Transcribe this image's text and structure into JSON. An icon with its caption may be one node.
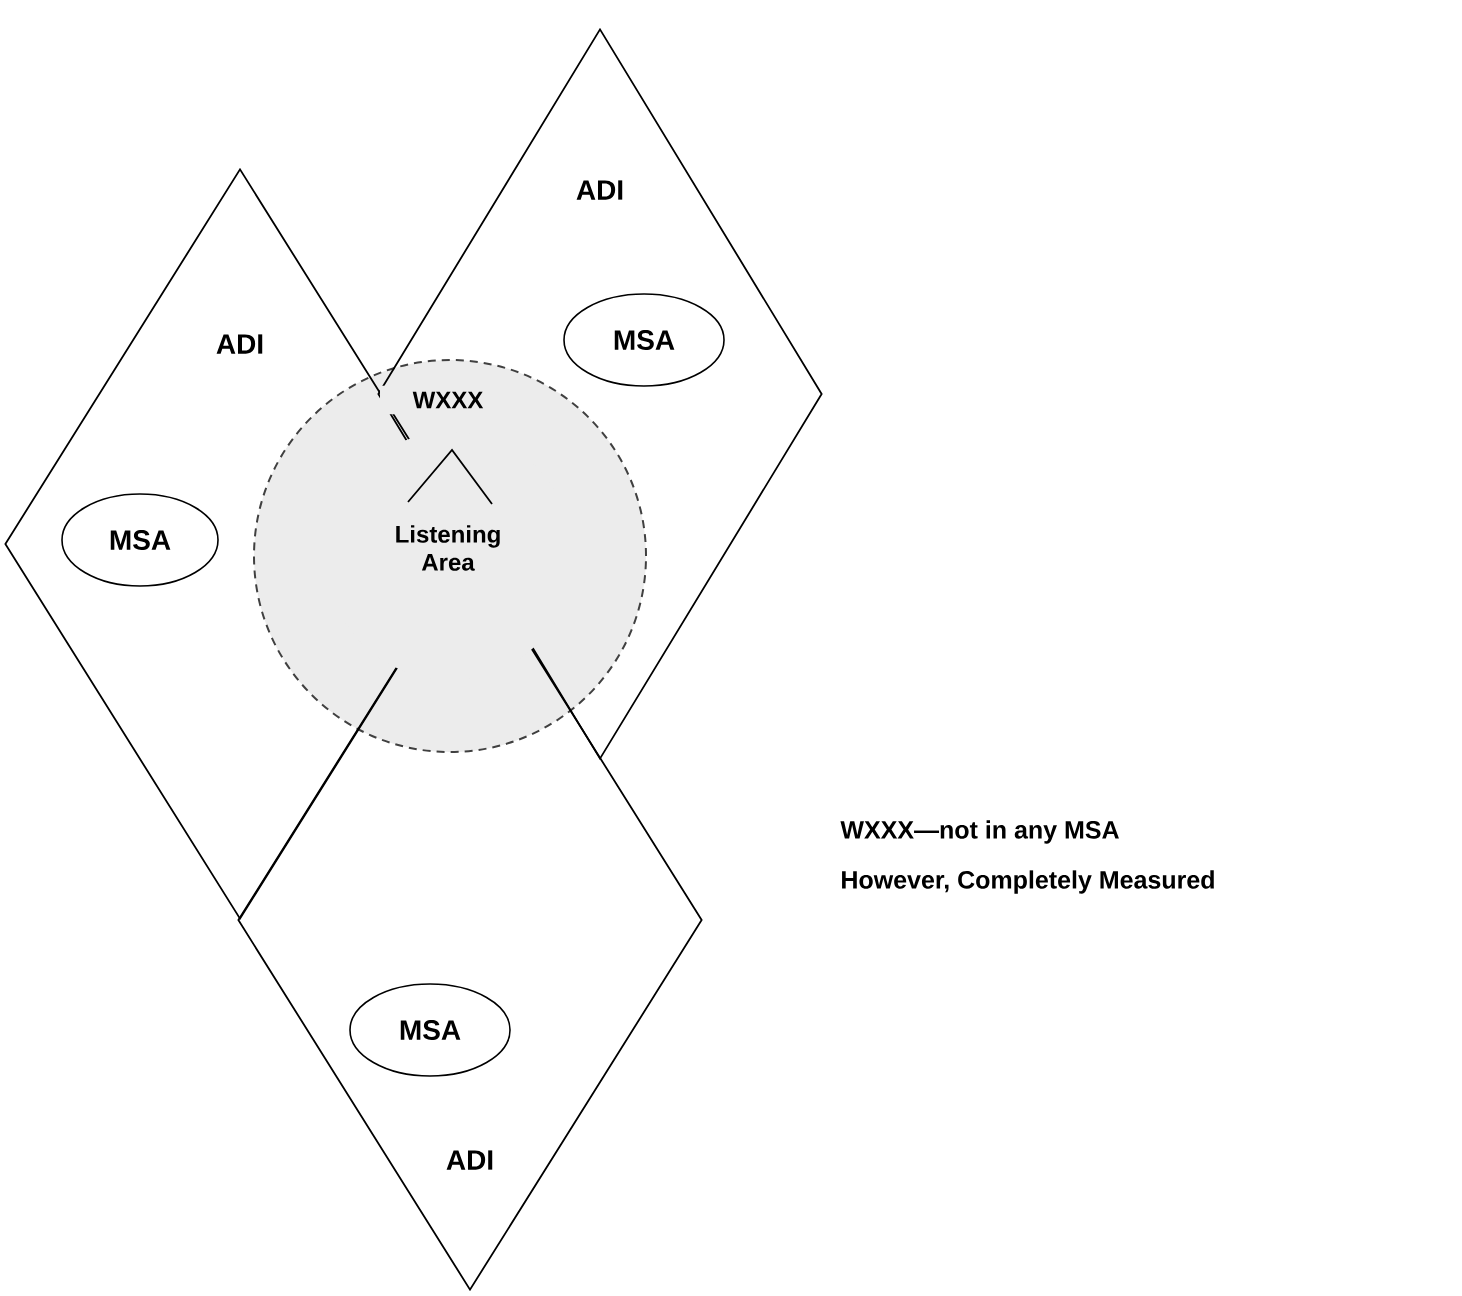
{
  "diagram": {
    "nodes": [
      {
        "text": [
          "ADI"
        ]
      },
      {
        "text": [
          "MSA"
        ],
        "in": 0
      },
      {
        "text": [
          "ADI"
        ]
      },
      {
        "text": [
          "MSA"
        ],
        "in": 2
      },
      {
        "text": [
          "WXXX",
          "Listening Area"
        ]
      },
      {
        "text": [
          "MSA"
        ],
        "in": 6
      },
      {
        "text": [
          "ADI"
        ]
      }
    ],
    "labels": [
      "WXXX—not in any MSA",
      "However, Completely Measured"
    ]
  }
}
